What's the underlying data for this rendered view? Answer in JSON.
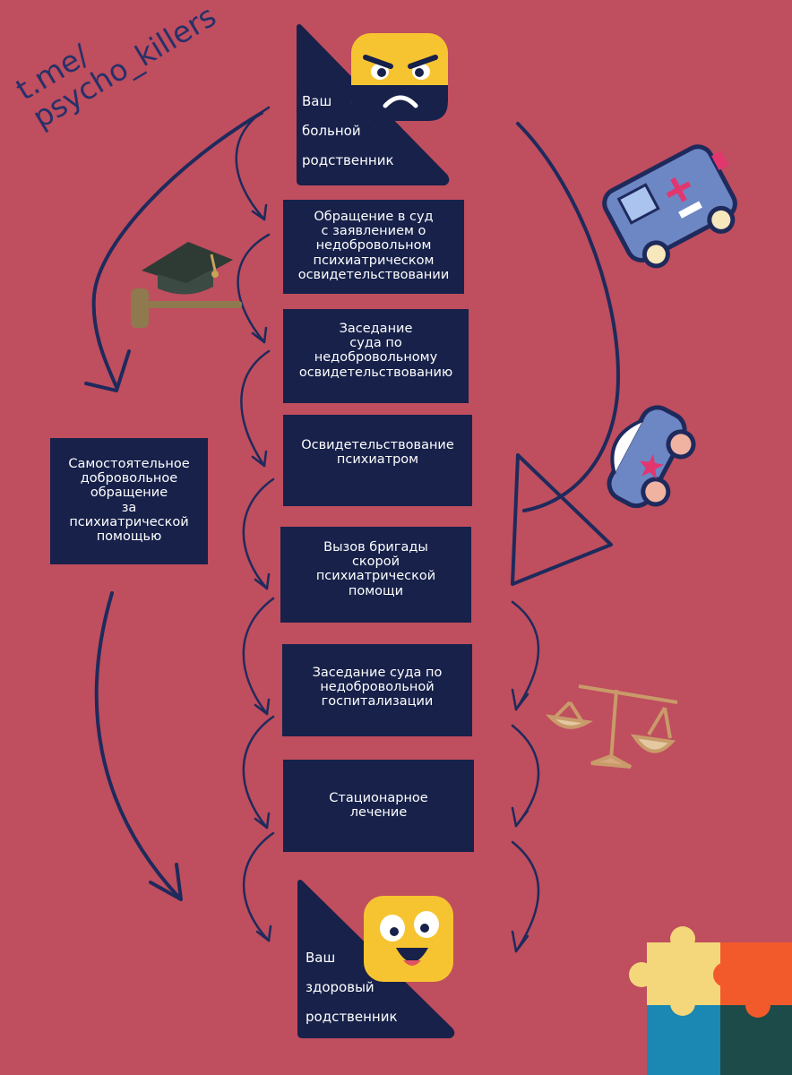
{
  "watermark": "t.me/\npsycho_killers",
  "start_node": {
    "label": "Ваш\nбольной\nродственник"
  },
  "end_node": {
    "label": "Ваш\nздоровый\nродственник"
  },
  "steps": [
    {
      "label": "Обращение в суд\nс заявлением о\nнедобровольном\nпсихиатрическом\nосвидетельствовании"
    },
    {
      "label": "Заседание\nсуда по\nнедобровольному\nосвидетельствованию"
    },
    {
      "label": "Освидетельствование\nпсихиатром"
    },
    {
      "label": "Вызов бригады\nскорой\nпсихиатрической\nпомощи"
    },
    {
      "label": "Заседание суда по\nнедобровольной\nгоспитализации"
    },
    {
      "label": "Стационарное\nлечение"
    }
  ],
  "side_box": {
    "label": "Самостоятельное\nдобровольное\nобращение\nза\nпсихиатрической\nпомощью"
  },
  "colors": {
    "background": "#bf4e5e",
    "box": "#17214a",
    "text": "#ffffff",
    "arrow": "#1f2a5c",
    "face": "#f6c431"
  },
  "icons": [
    "angry-face-icon",
    "happy-face-icon",
    "graduation-cap-icon",
    "gavel-icon",
    "ambulance-icon",
    "police-car-icon",
    "scales-icon",
    "puzzle-icon"
  ]
}
